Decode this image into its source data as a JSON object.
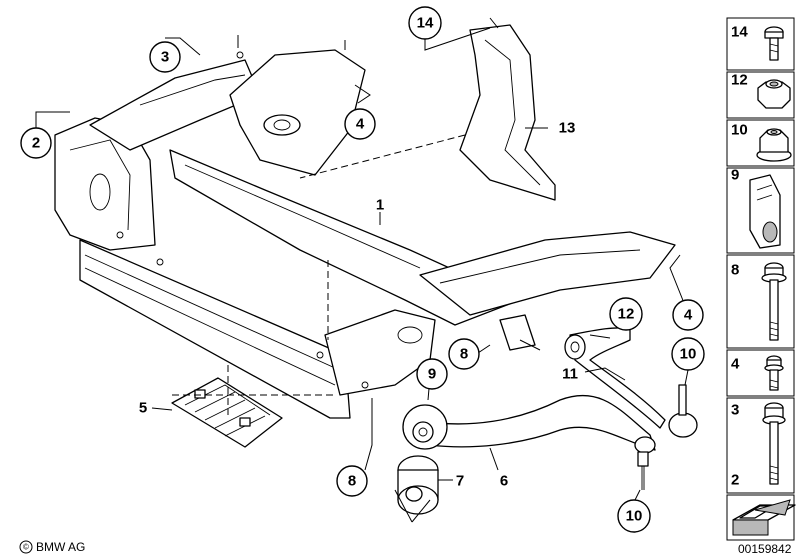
{
  "callouts": [
    {
      "id": "c1",
      "label": "1",
      "circled": false
    },
    {
      "id": "c2",
      "label": "2",
      "circled": true
    },
    {
      "id": "c3",
      "label": "3",
      "circled": true
    },
    {
      "id": "c4a",
      "label": "4",
      "circled": true
    },
    {
      "id": "c4b",
      "label": "4",
      "circled": true
    },
    {
      "id": "c5",
      "label": "5",
      "circled": false
    },
    {
      "id": "c6",
      "label": "6",
      "circled": false
    },
    {
      "id": "c7",
      "label": "7",
      "circled": false
    },
    {
      "id": "c8a",
      "label": "8",
      "circled": true
    },
    {
      "id": "c8b",
      "label": "8",
      "circled": true
    },
    {
      "id": "c9",
      "label": "9",
      "circled": true
    },
    {
      "id": "c10a",
      "label": "10",
      "circled": true
    },
    {
      "id": "c10b",
      "label": "10",
      "circled": true
    },
    {
      "id": "c11",
      "label": "11",
      "circled": false
    },
    {
      "id": "c12",
      "label": "12",
      "circled": true
    },
    {
      "id": "c13",
      "label": "13",
      "circled": false
    },
    {
      "id": "c14",
      "label": "14",
      "circled": true
    }
  ],
  "legend": [
    {
      "label": "14",
      "part": "screw-icon"
    },
    {
      "label": "12",
      "part": "hex-nut-icon"
    },
    {
      "label": "10",
      "part": "collar-nut-icon"
    },
    {
      "label": "9",
      "part": "bracket-icon"
    },
    {
      "label": "8",
      "part": "long-bolt-icon"
    },
    {
      "label": "4",
      "part": "short-bolt-icon"
    },
    {
      "label": "3",
      "part": "bolt-icon"
    },
    {
      "label": "2",
      "part": "arrow-symbol-icon"
    }
  ],
  "footer": {
    "brand": "BMW AG",
    "brand_symbol": "©",
    "code": "00159842"
  }
}
